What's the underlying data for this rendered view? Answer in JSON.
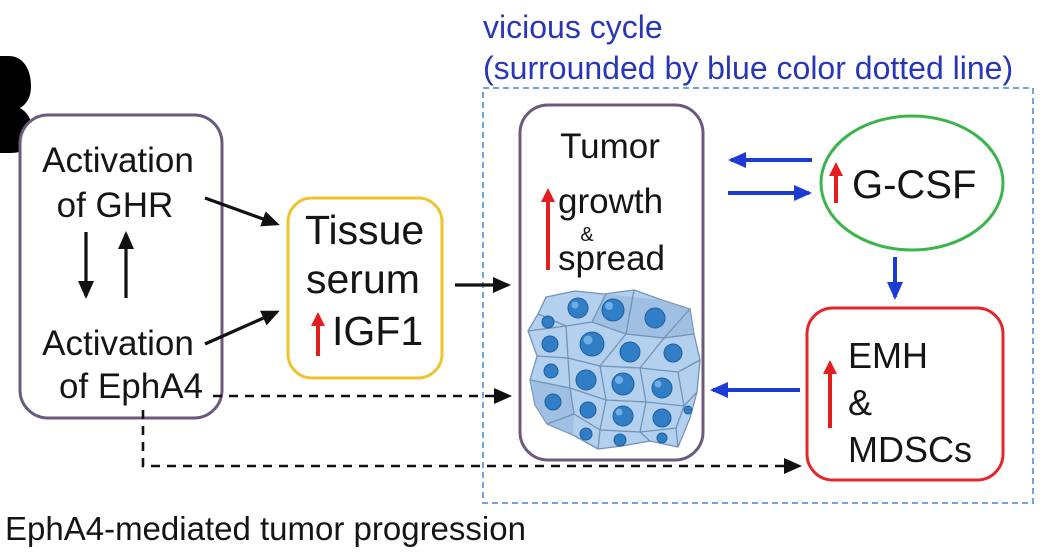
{
  "cycle_note": {
    "title": "vicious cycle",
    "subtitle": "(surrounded by blue color dotted line)"
  },
  "receptors": {
    "ghr": {
      "line1": "Activation",
      "line2": "of GHR"
    },
    "epha4": {
      "line1": "Activation",
      "line2": "of EphA4"
    }
  },
  "serum": {
    "line1": "Tissue",
    "line2": "serum",
    "line3": "IGF1"
  },
  "tumor": {
    "title": "Tumor",
    "line1": "growth",
    "line2": "&",
    "line3": "spread"
  },
  "gcsf": {
    "label": "G-CSF"
  },
  "emh": {
    "line1": "EMH",
    "line2": "&",
    "line3": "MDSCs"
  },
  "caption": "EphA4-mediated tumor progression",
  "icons": {
    "increase": "red-up-arrow-icon"
  },
  "colors": {
    "cycle_text": "#2837b8",
    "cycle_border": "#6ea6dc",
    "receptor_border": "#6c5a7e",
    "serum_border": "#f2c12e",
    "tumor_border": "#6c5a7e",
    "gcsf_border": "#3cb44b",
    "emh_border": "#e3262b",
    "increase": "#e41e1e",
    "cycle_arrow": "#1c3bd4",
    "flow_arrow": "#111111",
    "cell_body": "#b3d0ee",
    "cell_membrane": "#7393b6",
    "cell_nucleus": "#2f7ec6"
  }
}
